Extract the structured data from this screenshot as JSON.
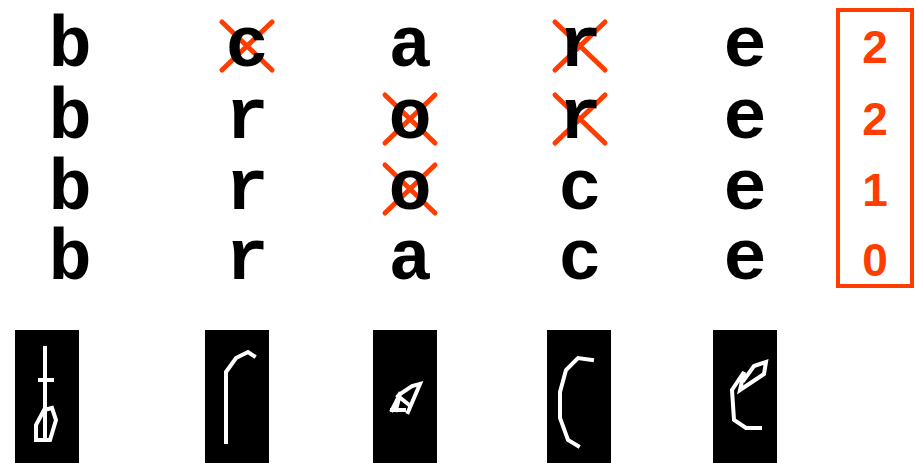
{
  "diagram": {
    "nodes": [
      {
        "text": [
          "2",
          "2",
          "1",
          "0"
        ]
      }
    ],
    "labels": [
      "b",
      "c",
      "a",
      "r",
      "e",
      "b",
      "r",
      "o",
      "r",
      "e",
      "b",
      "r",
      "o",
      "c",
      "e",
      "b",
      "r",
      "a",
      "c",
      "e"
    ]
  }
}
